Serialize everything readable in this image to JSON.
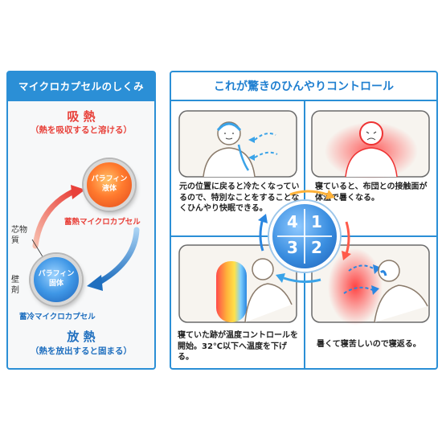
{
  "left": {
    "header": "マイクロカプセルのしくみ",
    "absorb_title": "吸 熱",
    "absorb_sub": "（熱を吸収すると溶ける）",
    "red_capsule": {
      "line1": "パラフィン",
      "line2": "液体",
      "caption": "蓄熱マイクロカプセル"
    },
    "blue_capsule": {
      "line1": "パラフィン",
      "line2": "固体",
      "caption": "蓄冷マイクロカプセル"
    },
    "core_label_1": "芯物",
    "core_label_2": "質",
    "wall_label_1": "壁",
    "wall_label_2": "剤",
    "release_title": "放 熱",
    "release_sub": "（熱を放出すると固まる）",
    "colors": {
      "accent": "#2b8fd6",
      "hot": "#e8413a",
      "cold": "#1f6fbf"
    }
  },
  "right": {
    "header": "これが驚きのひんやりコントロール",
    "dial": {
      "n1": "1",
      "n2": "2",
      "n3": "3",
      "n4": "4"
    },
    "steps": {
      "one": "寝ていると、布団との接触面が体温で暑くなる。",
      "two": "暑くて寝苦しいので寝返る。",
      "three": "寝ていた跡が温度コントロールを開始。32℃以下へ温度を下げる。",
      "four": "元の位置に戻ると冷たくなっているので、特別なことをすることなくひんやり快眠できる。"
    }
  }
}
